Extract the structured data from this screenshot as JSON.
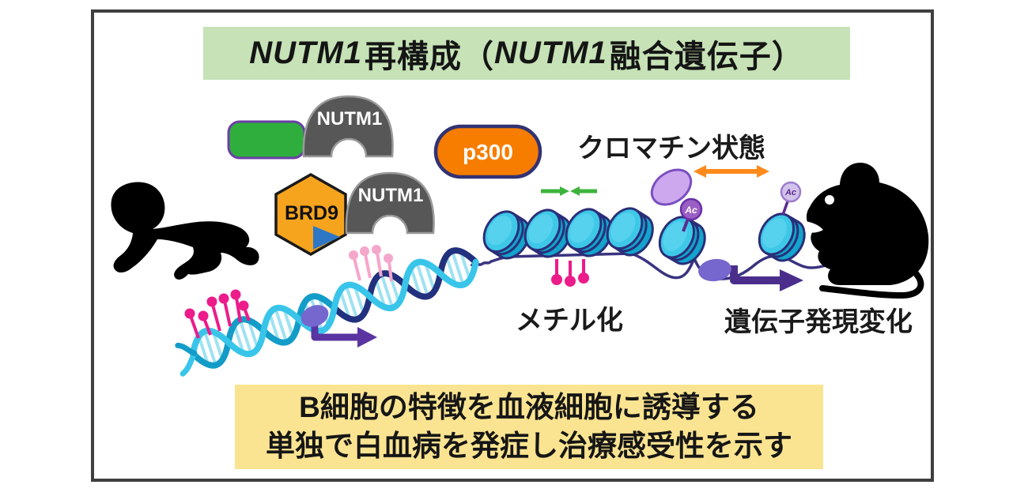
{
  "title": {
    "part1_italic": "NUTM1",
    "part2": "再構成（",
    "part3_italic": "NUTM1",
    "part4": "融合遺伝子）"
  },
  "proteins": {
    "nutm1_top": "NUTM1",
    "nutm1_mid": "NUTM1",
    "brd9": "BRD9",
    "p300": "p300"
  },
  "labels": {
    "chromatin_state": "クロマチン状態",
    "methylation": "メチル化",
    "gene_expression": "遺伝子発現変化"
  },
  "ac_marks": {
    "left": "Ac",
    "right": "Ac"
  },
  "summary_box": {
    "line1": "B細胞の特徴を血液細胞に誘導する",
    "line2": "単独で白血病を発症し治療感受性を示す"
  },
  "icons": {
    "left_figure": "crawling-infant-silhouette",
    "right_figure": "mouse-silhouette",
    "compaction": "green-converging-arrows-icon",
    "chromatin_span": "orange-double-arrow-icon",
    "transcription": "purple-tss-arrow-icon",
    "methyl_marks": "magenta-lollipop-icon",
    "acetyl_marks": "ac-circle-icon"
  },
  "colors": {
    "frame_border": "#3f3f3f",
    "title_banner_bg": "#c6e2b6",
    "summary_box_bg": "#fbe491",
    "fusion_partner_green": "#2fae3e",
    "fusion_partner_border": "#6b3fa4",
    "nutm1_gray": "#575757",
    "brd9_orange": "#f6a41e",
    "brd9_triangle_blue": "#2e77c5",
    "p300_orange": "#f77d00",
    "p300_border": "#333272",
    "nucleosome_cyan": "#3ec8e8",
    "nucleosome_teal": "#12a4cc",
    "dna_strand_purple": "#3a3380",
    "helix_cyan": "#38c5e9",
    "helix_navy": "#22317e",
    "methyl_magenta": "#ec1c8a",
    "methyl_pink": "#f5a6cb",
    "acetyl_lavender": "#cda8ee",
    "promoter_purple": "#7667ce",
    "tss_arrow_purple": "#4b2e8c",
    "compaction_green": "#3cb43c",
    "chromatin_arrow_orange": "#ff8a1c",
    "silhouette_black": "#000000"
  }
}
